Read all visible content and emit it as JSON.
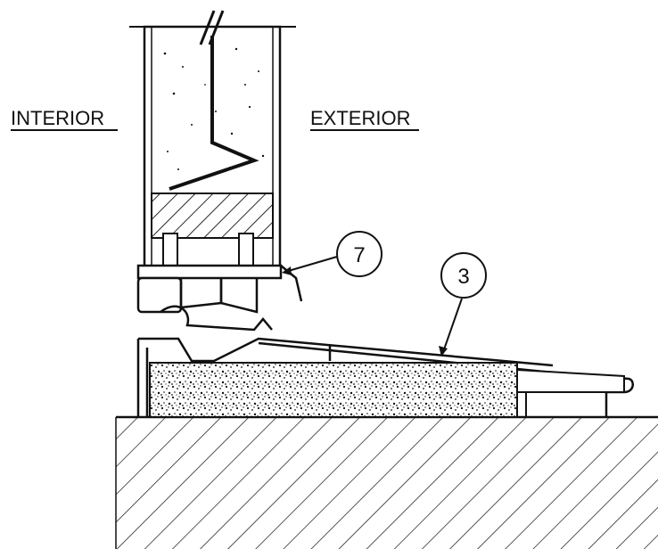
{
  "labels": {
    "interior": "INTERIOR",
    "exterior": "EXTERIOR"
  },
  "callouts": [
    {
      "number": "7"
    },
    {
      "number": "3"
    }
  ],
  "colors": {
    "ink": "#111111",
    "paper": "#ffffff"
  }
}
